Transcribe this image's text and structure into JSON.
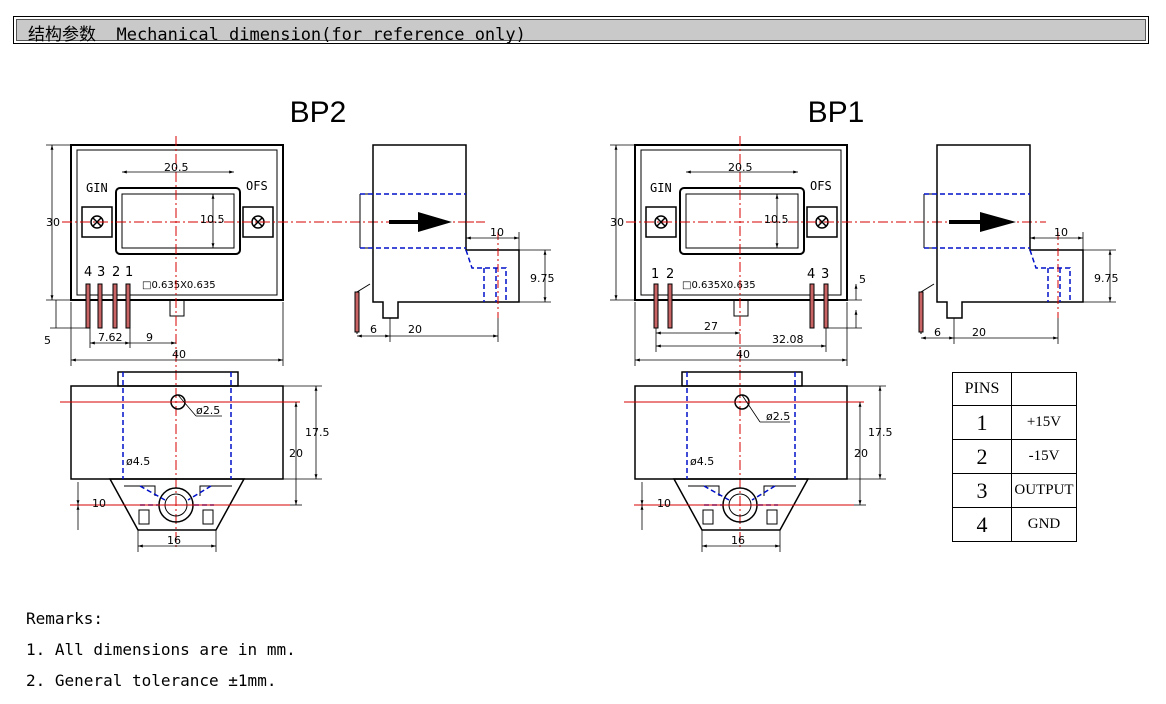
{
  "header": {
    "title": "结构参数  Mechanical dimension(for reference only)"
  },
  "views": {
    "bp2": {
      "title": "BP2",
      "pin_numbers": [
        "4",
        "3",
        "2",
        "1"
      ],
      "labels": {
        "gin": "GIN",
        "ofs": "OFS",
        "pin_size": "□0.635X0.635"
      },
      "dims": {
        "width_top": "20.5",
        "height_window": "10.5",
        "height_total": "30",
        "pin_len": "5",
        "pitch": "7.62",
        "offset": "9",
        "width_total": "40",
        "side_depth": "10",
        "side_height": "9.75",
        "side_pin": "6",
        "side_len": "20",
        "hole_small": "ø2.5",
        "hole_big": "ø4.5",
        "bottom_h1": "17.5",
        "bottom_h2": "20",
        "bottom_10": "10",
        "bottom_16": "16"
      }
    },
    "bp1": {
      "title": "BP1",
      "pin_numbers_left": [
        "1",
        "2"
      ],
      "pin_numbers_right": [
        "4",
        "3"
      ],
      "labels": {
        "gin": "GIN",
        "ofs": "OFS",
        "pin_size": "□0.635X0.635"
      },
      "dims": {
        "width_top": "20.5",
        "height_window": "10.5",
        "height_total": "30",
        "pin_len": "5",
        "span_27": "27",
        "span_3208": "32.08",
        "width_total": "40",
        "side_depth": "10",
        "side_height": "9.75",
        "side_pin": "6",
        "side_len": "20",
        "hole_small": "ø2.5",
        "hole_big": "ø4.5",
        "bottom_h1": "17.5",
        "bottom_h2": "20",
        "bottom_10": "10",
        "bottom_16": "16"
      }
    }
  },
  "pins_table": {
    "header": "PINS",
    "rows": [
      {
        "pin": "1",
        "signal": "+15V"
      },
      {
        "pin": "2",
        "signal": "-15V"
      },
      {
        "pin": "3",
        "signal": "OUTPUT"
      },
      {
        "pin": "4",
        "signal": "GND"
      }
    ]
  },
  "remarks": {
    "title": "Remarks:",
    "items": [
      "1. All dimensions are in mm.",
      "2. General tolerance ±1mm."
    ]
  },
  "colors": {
    "center_line": "#d40000",
    "hidden_line": "#0010c8",
    "pin_fill": "#c86464"
  }
}
